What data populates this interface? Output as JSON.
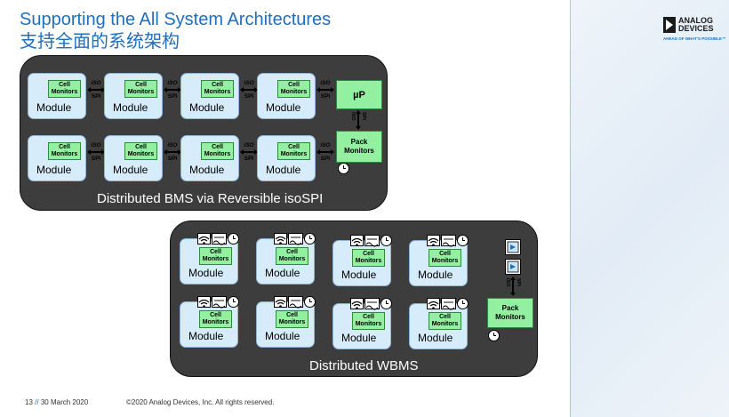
{
  "title_en": "Supporting the All System Architectures",
  "title_cn": "支持全面的系统架构",
  "logo": {
    "line1": "ANALOG",
    "line2": "DEVICES",
    "tagline": "AHEAD OF WHAT'S POSSIBLE™"
  },
  "bms": {
    "caption": "Distributed BMS via Reversible isoSPI",
    "module_label": "Module",
    "cell_label_1": "Cell",
    "cell_label_2": "Monitors",
    "iso_top": "iSO",
    "iso_bottom": "SPI",
    "micro_label": "µP",
    "pack_label_1": "Pack",
    "pack_label_2": "Monitors",
    "link_top": "iSO",
    "link_bottom": "SPI"
  },
  "wbms": {
    "caption": "Distributed WBMS",
    "module_label": "Module",
    "cell_label_1": "Cell",
    "cell_label_2": "Monitors",
    "pack_label_1": "Pack",
    "pack_label_2": "Monitors",
    "link_top": "iSO",
    "link_bottom": "SPI"
  },
  "footer": {
    "page": "13",
    "date": "30 March 2020",
    "copyright": "©2020 Analog Devices, Inc. All rights reserved."
  }
}
